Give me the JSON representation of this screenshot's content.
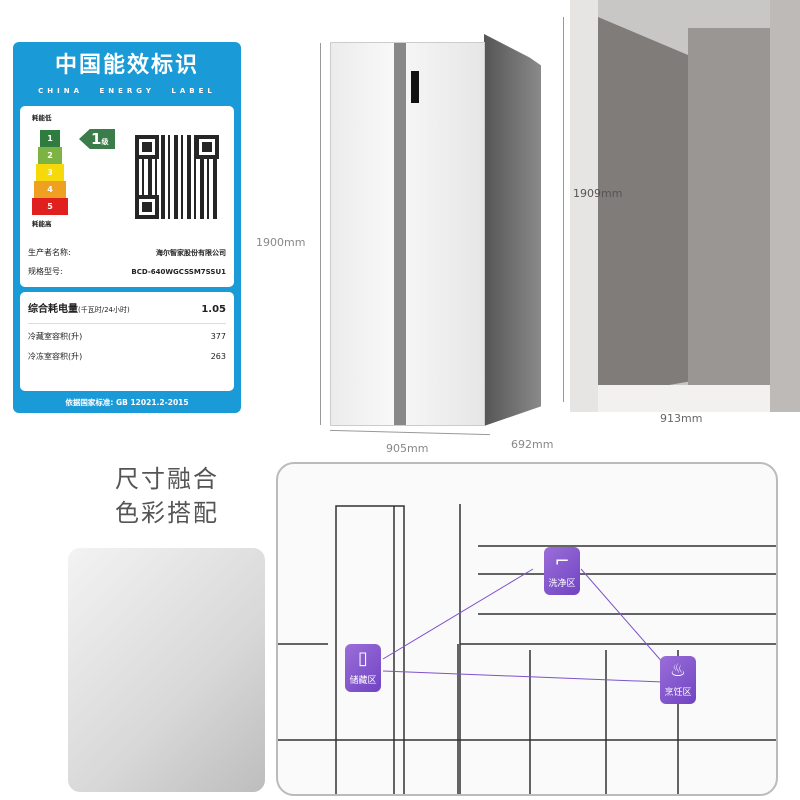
{
  "energy_label": {
    "title": "中国能效标识",
    "subtitle": "CHINA ENERGY LABEL",
    "low_consumption": "耗能低",
    "high_consumption": "耗能高",
    "grades": [
      "1",
      "2",
      "3",
      "4",
      "5"
    ],
    "grade_colors": [
      "#2e7d3e",
      "#7cb342",
      "#f5d90a",
      "#f0a020",
      "#e0201e"
    ],
    "current_grade": "1",
    "grade_suffix": "级",
    "manufacturer_label": "生产者名称:",
    "manufacturer": "海尔智家股份有限公司",
    "model_label": "规格型号:",
    "model": "BCD-640WGCSSM7SSU1",
    "consumption_label": "综合耗电量",
    "consumption_unit": "(千瓦时/24小时)",
    "consumption": "1.05",
    "fridge_volume_label": "冷藏室容积(升)",
    "fridge_volume": "377",
    "freezer_volume_label": "冷冻室容积(升)",
    "freezer_volume": "263",
    "standard": "依据国家标准: GB 12021.2-2015",
    "color": "#1a9ad6"
  },
  "dimensions": {
    "height": "1900mm",
    "width": "905mm",
    "depth": "692mm",
    "niche_height": "1909mm",
    "niche_width": "913mm"
  },
  "headline": {
    "line1": "尺寸融合",
    "line2": "色彩搭配"
  },
  "zones": {
    "wash": "洗净区",
    "storage": "储藏区",
    "cooking": "烹饪区",
    "color": "#7e52cc"
  }
}
